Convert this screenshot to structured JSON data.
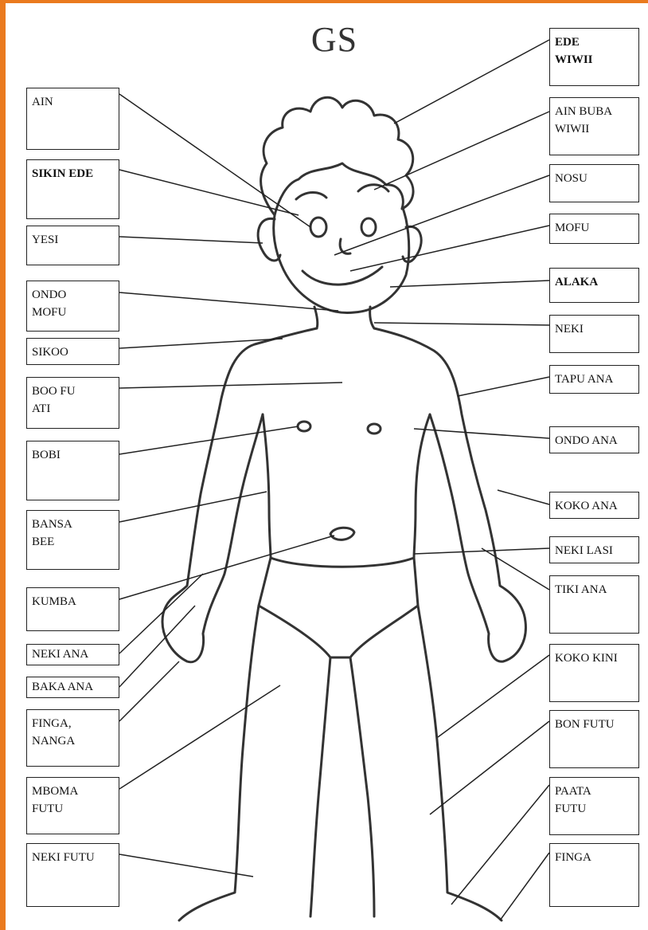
{
  "title": "GS",
  "colors": {
    "frame": "#ea7a1e",
    "line": "#222222",
    "figure": "#333333"
  },
  "labels": {
    "ain": "AIN",
    "sikin_ede": "SIKIN EDE",
    "yesi": "YESI",
    "ondo_mofu": "ONDO\nMOFU",
    "sikoo": "SIKOO",
    "boo_fu_ati": "BOO FU\nATI",
    "bobi": "BOBI",
    "bansa_bee": "BANSA\nBEE",
    "kumba": "KUMBA",
    "neki_ana": "NEKI ANA",
    "baka_ana": "BAKA ANA",
    "finga_nanga": "FINGA,\nNANGA",
    "mboma_futu": "MBOMA\nFUTU",
    "neki_futu": "NEKI FUTU",
    "ede_wiwii": "EDE\nWIWII",
    "ain_buba_wiwii": "AIN BUBA\nWIWII",
    "nosu": "NOSU",
    "mofu": "MOFU",
    "alaka": "ALAKA",
    "neki": "NEKI",
    "tapu_ana": "TAPU ANA",
    "ondo_ana": "ONDO ANA",
    "koko_ana": "KOKO ANA",
    "neki_lasi": "NEKI LASI",
    "tiki_ana": "TIKI ANA",
    "koko_kini": "KOKO KINI",
    "bon_futu": "BON FUTU",
    "paata_futu": "PAATA\nFUTU",
    "finga": "FINGA"
  }
}
